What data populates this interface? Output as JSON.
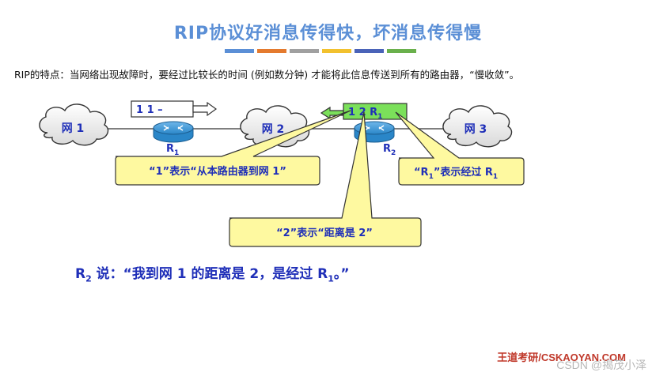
{
  "title": "RIP协议好消息传得快，坏消息传得慢",
  "color_bar": [
    "#5b8fd6",
    "#e47a2e",
    "#a0a0a0",
    "#f2c12e",
    "#4a63b8",
    "#6ab04c"
  ],
  "description": "RIP的特点：当网络出现故障时，要经过比较长的时间 (例如数分钟) 才能将此信息传送到所有的路由器，“慢收敛”。",
  "diagram": {
    "net1": "网 1",
    "net2": "网 2",
    "net3": "网 3",
    "r1": "R",
    "r1_sub": "1",
    "r2": "R",
    "r2_sub": "2",
    "msg_left": "1  1  –",
    "msg_right": "1  2  R",
    "msg_right_sub": "1",
    "callout_left": "“1”表示“从本路由器到网 1”",
    "callout_center": "“2”表示“距离是 2”",
    "callout_right_pre": "“R",
    "callout_right_sub": "1",
    "callout_right_post": "”表示经过 R",
    "callout_right_sub2": "1"
  },
  "bottom": {
    "prefix": "R",
    "prefix_sub": "2",
    "text": " 说：“我到网 1 的距离是 2，是经过 R",
    "text_sub": "1",
    "suffix": "。”"
  },
  "brand": "王道考研/CSKAOYAN.COM",
  "watermark": "CSDN @揭茂小泽",
  "colors": {
    "title": "#5b8fd6",
    "net_text": "#1f2fb8",
    "callout_fill": "#fef9a0",
    "router": "#2a86c8",
    "green_box": "#7be05a",
    "brand": "#c0392b"
  }
}
